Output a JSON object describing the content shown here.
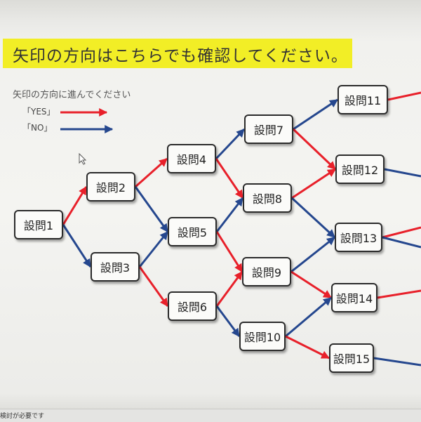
{
  "banner": {
    "text": "矢印の方向はこちらでも確認してください。"
  },
  "instruction": "矢印の方向に進んでください",
  "legend": {
    "yes_label": "「YES」",
    "no_label": "「NO」",
    "yes_color": "#e8202a",
    "no_color": "#25478e"
  },
  "highlight_color": "#f2ee26",
  "nodes": {
    "q1": "設問1",
    "q2": "設問2",
    "q3": "設問3",
    "q4": "設問4",
    "q5": "設問5",
    "q6": "設問6",
    "q7": "設問7",
    "q8": "設問8",
    "q9": "設問9",
    "q10": "設問10",
    "q11": "設問11",
    "q12": "設問12",
    "q13": "設問13",
    "q14": "設問14",
    "q15": "設問15"
  },
  "edges": [
    {
      "from": "q1",
      "to": "q2",
      "answer": "yes"
    },
    {
      "from": "q1",
      "to": "q3",
      "answer": "no"
    },
    {
      "from": "q2",
      "to": "q4",
      "answer": "yes"
    },
    {
      "from": "q2",
      "to": "q5",
      "answer": "no"
    },
    {
      "from": "q3",
      "to": "q5",
      "answer": "no"
    },
    {
      "from": "q3",
      "to": "q6",
      "answer": "yes"
    },
    {
      "from": "q4",
      "to": "q7",
      "answer": "no"
    },
    {
      "from": "q4",
      "to": "q8",
      "answer": "yes"
    },
    {
      "from": "q5",
      "to": "q8",
      "answer": "no"
    },
    {
      "from": "q5",
      "to": "q9",
      "answer": "yes"
    },
    {
      "from": "q6",
      "to": "q9",
      "answer": "yes"
    },
    {
      "from": "q6",
      "to": "q10",
      "answer": "no"
    },
    {
      "from": "q7",
      "to": "q11",
      "answer": "no"
    },
    {
      "from": "q7",
      "to": "q12",
      "answer": "yes"
    },
    {
      "from": "q8",
      "to": "q12",
      "answer": "yes"
    },
    {
      "from": "q8",
      "to": "q13",
      "answer": "no"
    },
    {
      "from": "q9",
      "to": "q13",
      "answer": "no"
    },
    {
      "from": "q9",
      "to": "q14",
      "answer": "yes"
    },
    {
      "from": "q10",
      "to": "q14",
      "answer": "no"
    },
    {
      "from": "q10",
      "to": "q15",
      "answer": "yes"
    },
    {
      "from": "q11",
      "to": "offscreen",
      "answer": "yes"
    },
    {
      "from": "q12",
      "to": "offscreen",
      "answer": "no"
    },
    {
      "from": "q13",
      "to": "offscreen",
      "answer": "yes"
    },
    {
      "from": "q13",
      "to": "offscreen",
      "answer": "no"
    },
    {
      "from": "q14",
      "to": "offscreen",
      "answer": "yes"
    },
    {
      "from": "q15",
      "to": "offscreen",
      "answer": "no"
    }
  ],
  "status_bar": {
    "text": "検討が必要です"
  }
}
